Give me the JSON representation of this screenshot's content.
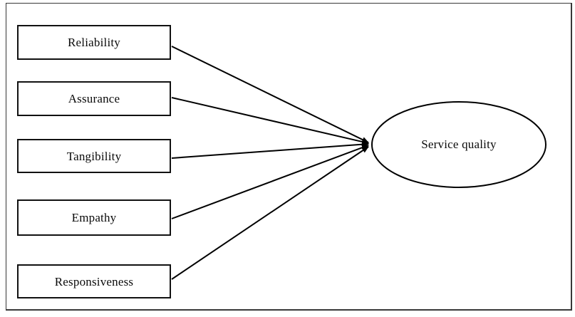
{
  "diagram": {
    "type": "path-model",
    "nodes": [
      {
        "id": "reliability",
        "label": "Reliability"
      },
      {
        "id": "assurance",
        "label": "Assurance"
      },
      {
        "id": "tangibility",
        "label": "Tangibility"
      },
      {
        "id": "empathy",
        "label": "Empathy"
      },
      {
        "id": "responsiveness",
        "label": "Responsiveness"
      }
    ],
    "target": {
      "id": "service-quality",
      "label": "Service quality",
      "shape": "ellipse"
    },
    "edges": [
      {
        "from": "reliability",
        "to": "service-quality",
        "arrow": "filled-triangle"
      },
      {
        "from": "assurance",
        "to": "service-quality",
        "arrow": "filled-triangle"
      },
      {
        "from": "tangibility",
        "to": "service-quality",
        "arrow": "filled-triangle"
      },
      {
        "from": "empathy",
        "to": "service-quality",
        "arrow": "filled-triangle"
      },
      {
        "from": "responsiveness",
        "to": "service-quality",
        "arrow": "filled-triangle"
      }
    ],
    "colors": {
      "line": "#000000",
      "node_border": "#111111",
      "node_fill": "#ffffff",
      "frame_border": "#383838",
      "background": "#ffffff",
      "text": "#0a0a0a"
    }
  }
}
